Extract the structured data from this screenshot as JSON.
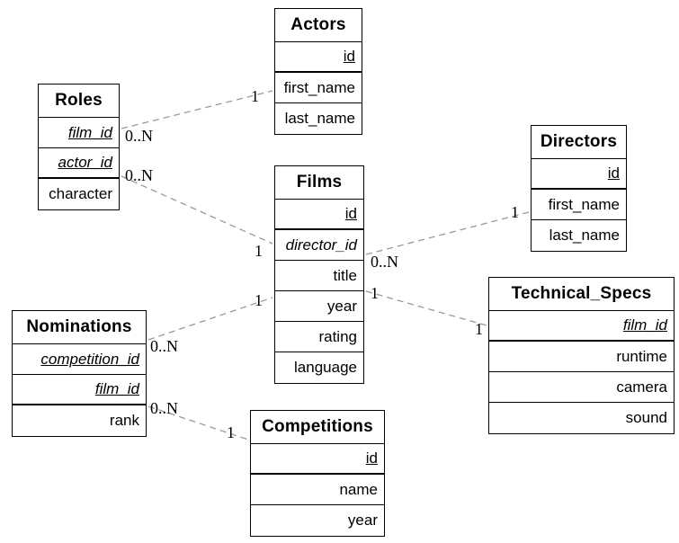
{
  "tables": {
    "actors": {
      "title": "Actors",
      "columns": [
        {
          "name": "id",
          "key": "pk"
        },
        {
          "name": "first_name",
          "key": ""
        },
        {
          "name": "last_name",
          "key": ""
        }
      ]
    },
    "roles": {
      "title": "Roles",
      "columns": [
        {
          "name": "film_id",
          "key": "pkfk"
        },
        {
          "name": "actor_id",
          "key": "pkfk"
        },
        {
          "name": "character",
          "key": ""
        }
      ]
    },
    "films": {
      "title": "Films",
      "columns": [
        {
          "name": "id",
          "key": "pk"
        },
        {
          "name": "director_id",
          "key": "fk"
        },
        {
          "name": "title",
          "key": ""
        },
        {
          "name": "year",
          "key": ""
        },
        {
          "name": "rating",
          "key": ""
        },
        {
          "name": "language",
          "key": ""
        }
      ]
    },
    "directors": {
      "title": "Directors",
      "columns": [
        {
          "name": "id",
          "key": "pk"
        },
        {
          "name": "first_name",
          "key": ""
        },
        {
          "name": "last_name",
          "key": ""
        }
      ]
    },
    "technical_specs": {
      "title": "Technical_Specs",
      "columns": [
        {
          "name": "film_id",
          "key": "pkfk"
        },
        {
          "name": "runtime",
          "key": ""
        },
        {
          "name": "camera",
          "key": ""
        },
        {
          "name": "sound",
          "key": ""
        }
      ]
    },
    "nominations": {
      "title": "Nominations",
      "columns": [
        {
          "name": "competition_id",
          "key": "pkfk"
        },
        {
          "name": "film_id",
          "key": "pkfk"
        },
        {
          "name": "rank",
          "key": ""
        }
      ]
    },
    "competitions": {
      "title": "Competitions",
      "columns": [
        {
          "name": "id",
          "key": "pk"
        },
        {
          "name": "name",
          "key": ""
        },
        {
          "name": "year",
          "key": ""
        }
      ]
    }
  },
  "relationships": [
    {
      "from_table": "Roles",
      "to_table": "Actors",
      "from_card": "0..N",
      "to_card": "1"
    },
    {
      "from_table": "Roles",
      "to_table": "Films",
      "from_card": "0..N",
      "to_card": "1"
    },
    {
      "from_table": "Films",
      "to_table": "Directors",
      "from_card": "0..N",
      "to_card": "1"
    },
    {
      "from_table": "Films",
      "to_table": "Technical_Specs",
      "from_card": "1",
      "to_card": "1"
    },
    {
      "from_table": "Nominations",
      "to_table": "Films",
      "from_card": "0..N",
      "to_card": "1"
    },
    {
      "from_table": "Nominations",
      "to_table": "Competitions",
      "from_card": "0..N",
      "to_card": "1"
    }
  ],
  "colors": {
    "background": "#ffffff",
    "table_border": "#000000",
    "text": "#000000",
    "relationship_line": "#999999"
  }
}
